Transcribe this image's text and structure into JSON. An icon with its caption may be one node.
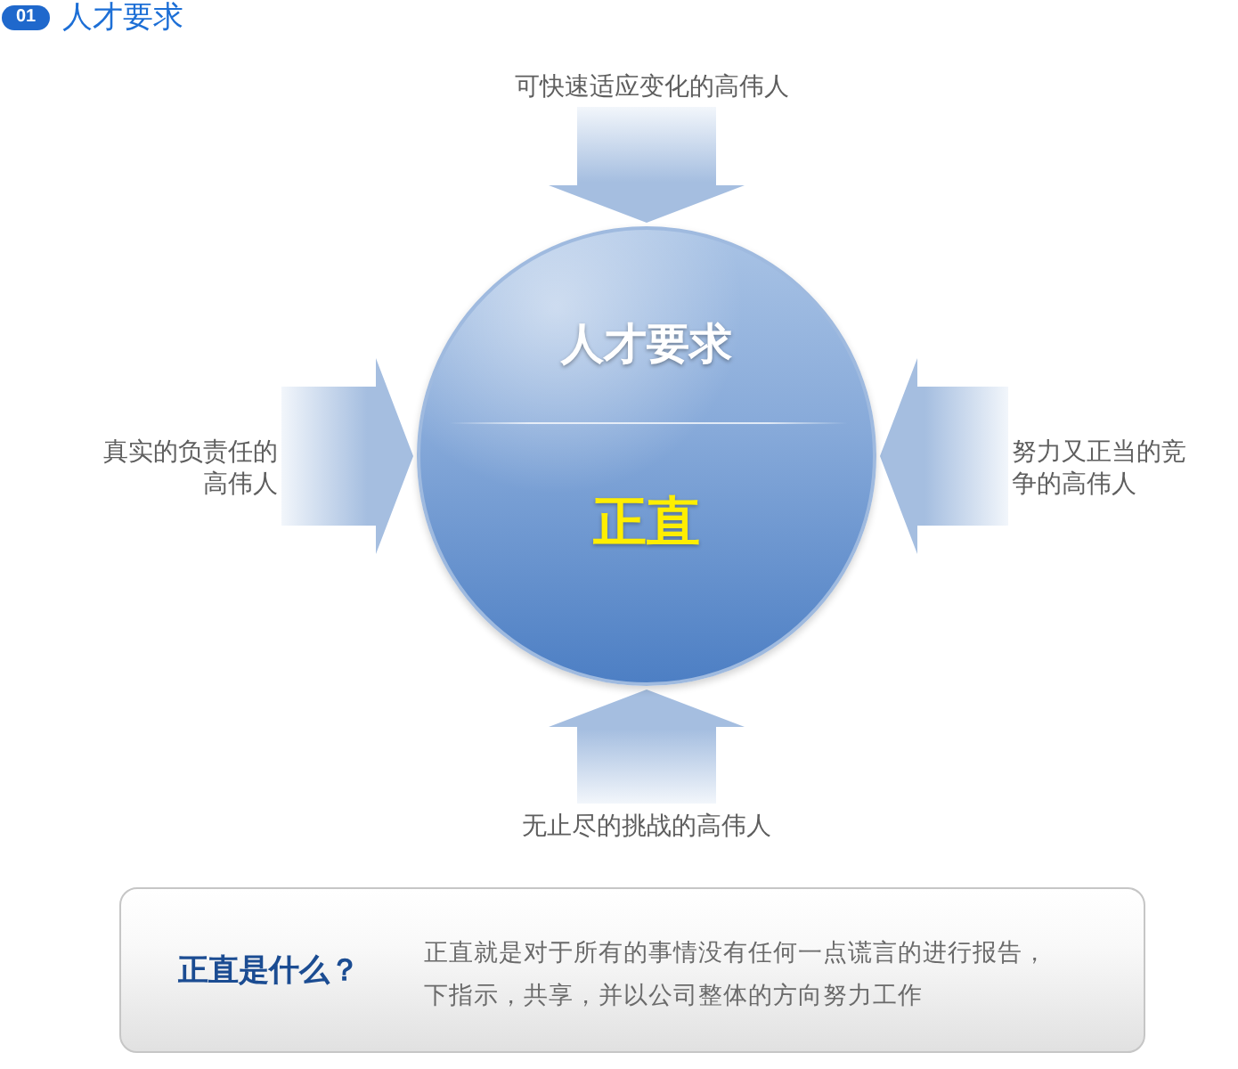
{
  "diagram": {
    "title": "人才要求",
    "nodes": [
      {
        "text": [
          "可快速适应变化的高伟人"
        ]
      },
      {
        "text": [
          "真实的负责任的高伟人"
        ]
      },
      {
        "text": [
          "人才要求",
          "正直"
        ]
      },
      {
        "text": [
          "努力又正当的竞争的高伟人"
        ]
      },
      {
        "text": [
          "无止尽的挑战的高伟人"
        ]
      },
      {
        "text": [
          "正直是什么？",
          "正直就是对于所有的事情没有任何一点谎言的进行报告，下指示，共享，并以公司整体的方向努力工作"
        ]
      }
    ],
    "edges": [
      {
        "from": 0,
        "to": 2,
        "arrow": "to"
      },
      {
        "from": 1,
        "to": 2,
        "arrow": "to"
      },
      {
        "from": 3,
        "to": 2,
        "arrow": "to"
      },
      {
        "from": 4,
        "to": 2,
        "arrow": "to"
      }
    ],
    "labels": [
      "01"
    ]
  }
}
